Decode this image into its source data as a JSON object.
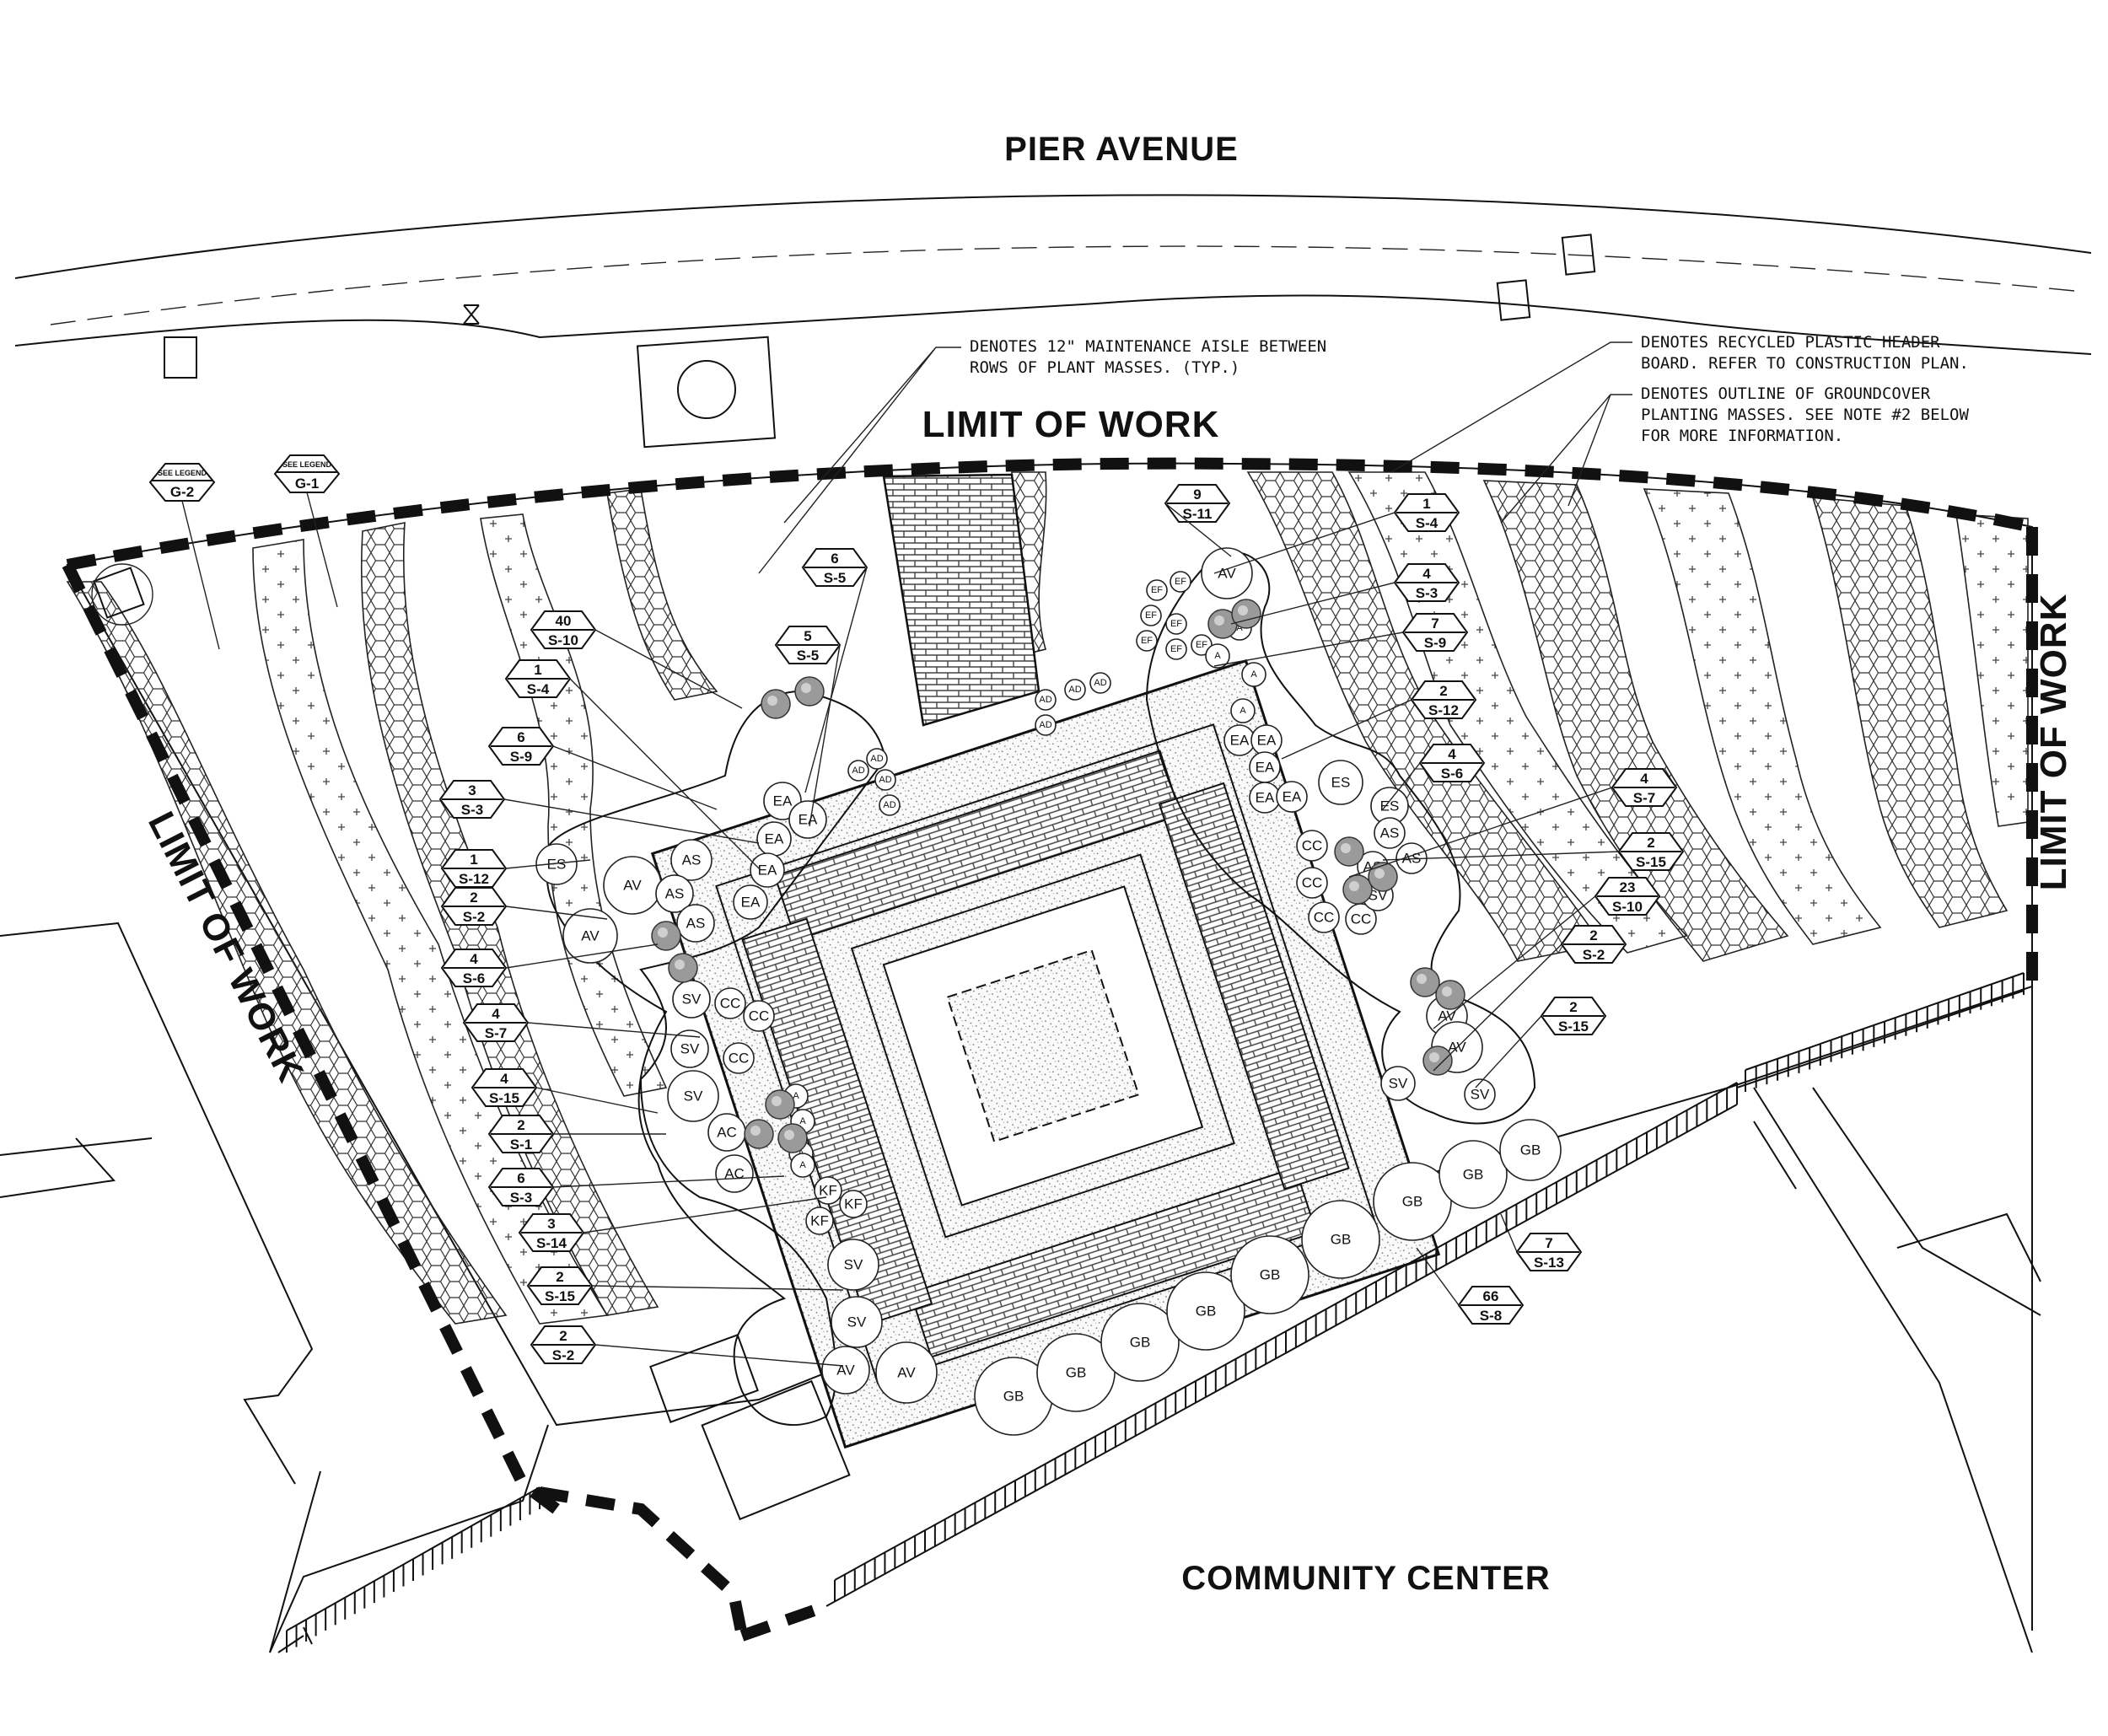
{
  "labels": {
    "street": "PIER AVENUE",
    "building": "COMMUNITY CENTER",
    "limit_top": "LIMIT OF WORK",
    "limit_left": "LIMIT OF WORK",
    "limit_right": "LIMIT OF WORK"
  },
  "notes": {
    "aisle": [
      "DENOTES 12\" MAINTENANCE AISLE BETWEEN",
      "ROWS OF PLANT MASSES. (TYP.)"
    ],
    "header": [
      "DENOTES RECYCLED PLASTIC HEADER",
      "BOARD.  REFER TO CONSTRUCTION PLAN."
    ],
    "outline": [
      "DENOTES OUTLINE OF GROUNDCOVER",
      "PLANTING MASSES.  SEE NOTE #2 BELOW",
      "FOR MORE INFORMATION."
    ]
  },
  "legend_tags": [
    {
      "top": "SEE LEGEND",
      "bottom": "G-2"
    },
    {
      "top": "SEE LEGEND",
      "bottom": "G-1"
    }
  ],
  "tags_left": [
    {
      "qty": "6",
      "code": "S-5"
    },
    {
      "qty": "5",
      "code": "S-5"
    },
    {
      "qty": "40",
      "code": "S-10"
    },
    {
      "qty": "1",
      "code": "S-4"
    },
    {
      "qty": "6",
      "code": "S-9"
    },
    {
      "qty": "3",
      "code": "S-3"
    },
    {
      "qty": "1",
      "code": "S-12"
    },
    {
      "qty": "2",
      "code": "S-2"
    },
    {
      "qty": "4",
      "code": "S-6"
    },
    {
      "qty": "4",
      "code": "S-7"
    },
    {
      "qty": "4",
      "code": "S-15"
    },
    {
      "qty": "2",
      "code": "S-1"
    },
    {
      "qty": "6",
      "code": "S-3"
    },
    {
      "qty": "3",
      "code": "S-14"
    },
    {
      "qty": "2",
      "code": "S-15"
    },
    {
      "qty": "2",
      "code": "S-2"
    }
  ],
  "tags_right": [
    {
      "qty": "9",
      "code": "S-11"
    },
    {
      "qty": "1",
      "code": "S-4"
    },
    {
      "qty": "4",
      "code": "S-3"
    },
    {
      "qty": "7",
      "code": "S-9"
    },
    {
      "qty": "2",
      "code": "S-12"
    },
    {
      "qty": "4",
      "code": "S-6"
    },
    {
      "qty": "4",
      "code": "S-7"
    },
    {
      "qty": "2",
      "code": "S-15"
    },
    {
      "qty": "23",
      "code": "S-10"
    },
    {
      "qty": "2",
      "code": "S-2"
    },
    {
      "qty": "2",
      "code": "S-15"
    },
    {
      "qty": "7",
      "code": "S-13"
    },
    {
      "qty": "66",
      "code": "S-8"
    }
  ],
  "plants": [
    "AV",
    "AV",
    "AS",
    "AS",
    "AS",
    "ES",
    "EA",
    "EA",
    "EA",
    "EA",
    "EA",
    "AD",
    "AD",
    "AD",
    "AD",
    "AD",
    "AD",
    "AD",
    "AD",
    "EF",
    "EF",
    "EF",
    "EF",
    "EF",
    "EF",
    "EF",
    "AV",
    "A",
    "A",
    "A",
    "A",
    "EA",
    "EA",
    "EA",
    "EA",
    "EA",
    "ES",
    "ES",
    "AS",
    "AS",
    "AS",
    "CC",
    "CC",
    "CC",
    "CC",
    "SV",
    "SV",
    "AV",
    "AV",
    "SV",
    "SV",
    "CC",
    "CC",
    "SV",
    "SV",
    "CC",
    "AC",
    "AC",
    "A",
    "A",
    "A",
    "A",
    "KF",
    "KF",
    "KF",
    "SV",
    "SV",
    "AV",
    "AV",
    "GB",
    "GB",
    "GB",
    "GB",
    "GB",
    "GB",
    "GB",
    "GB",
    "GB"
  ]
}
